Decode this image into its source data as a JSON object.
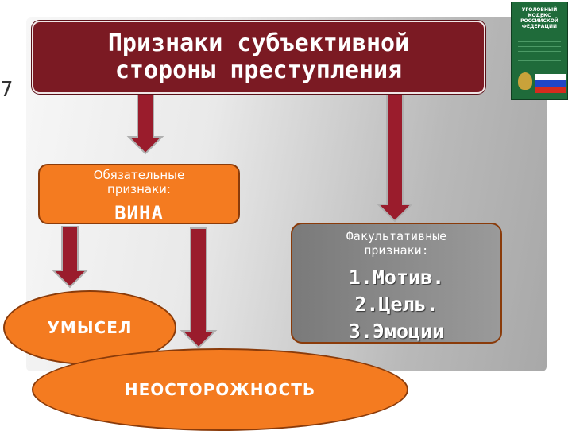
{
  "slide_number": "7",
  "title": "Признаки субъективной\nстороны преступления",
  "book": {
    "header": "УГОЛОВНЫЙ\nКОДЕКС\nРОССИЙСКОЙ ФЕДЕРАЦИИ",
    "flag_colors": [
      "#ffffff",
      "#2046c8",
      "#d52b1e"
    ]
  },
  "obligatory": {
    "label": "Обязательные\nпризнаки:",
    "main": "ВИНА"
  },
  "facultative": {
    "label": "Факультативные\nпризнаки:",
    "items": "1.Мотив.\n2.Цель.\n3.Эмоции"
  },
  "intent": "УМЫСЕЛ",
  "negligence": "НЕОСТОРОЖНОСТЬ",
  "colors": {
    "title_bg": "#7b1a23",
    "box_orange": "#f47b20",
    "arrow_fill": "#9a1c2c",
    "arrow_stroke": "#b0b0b0"
  }
}
